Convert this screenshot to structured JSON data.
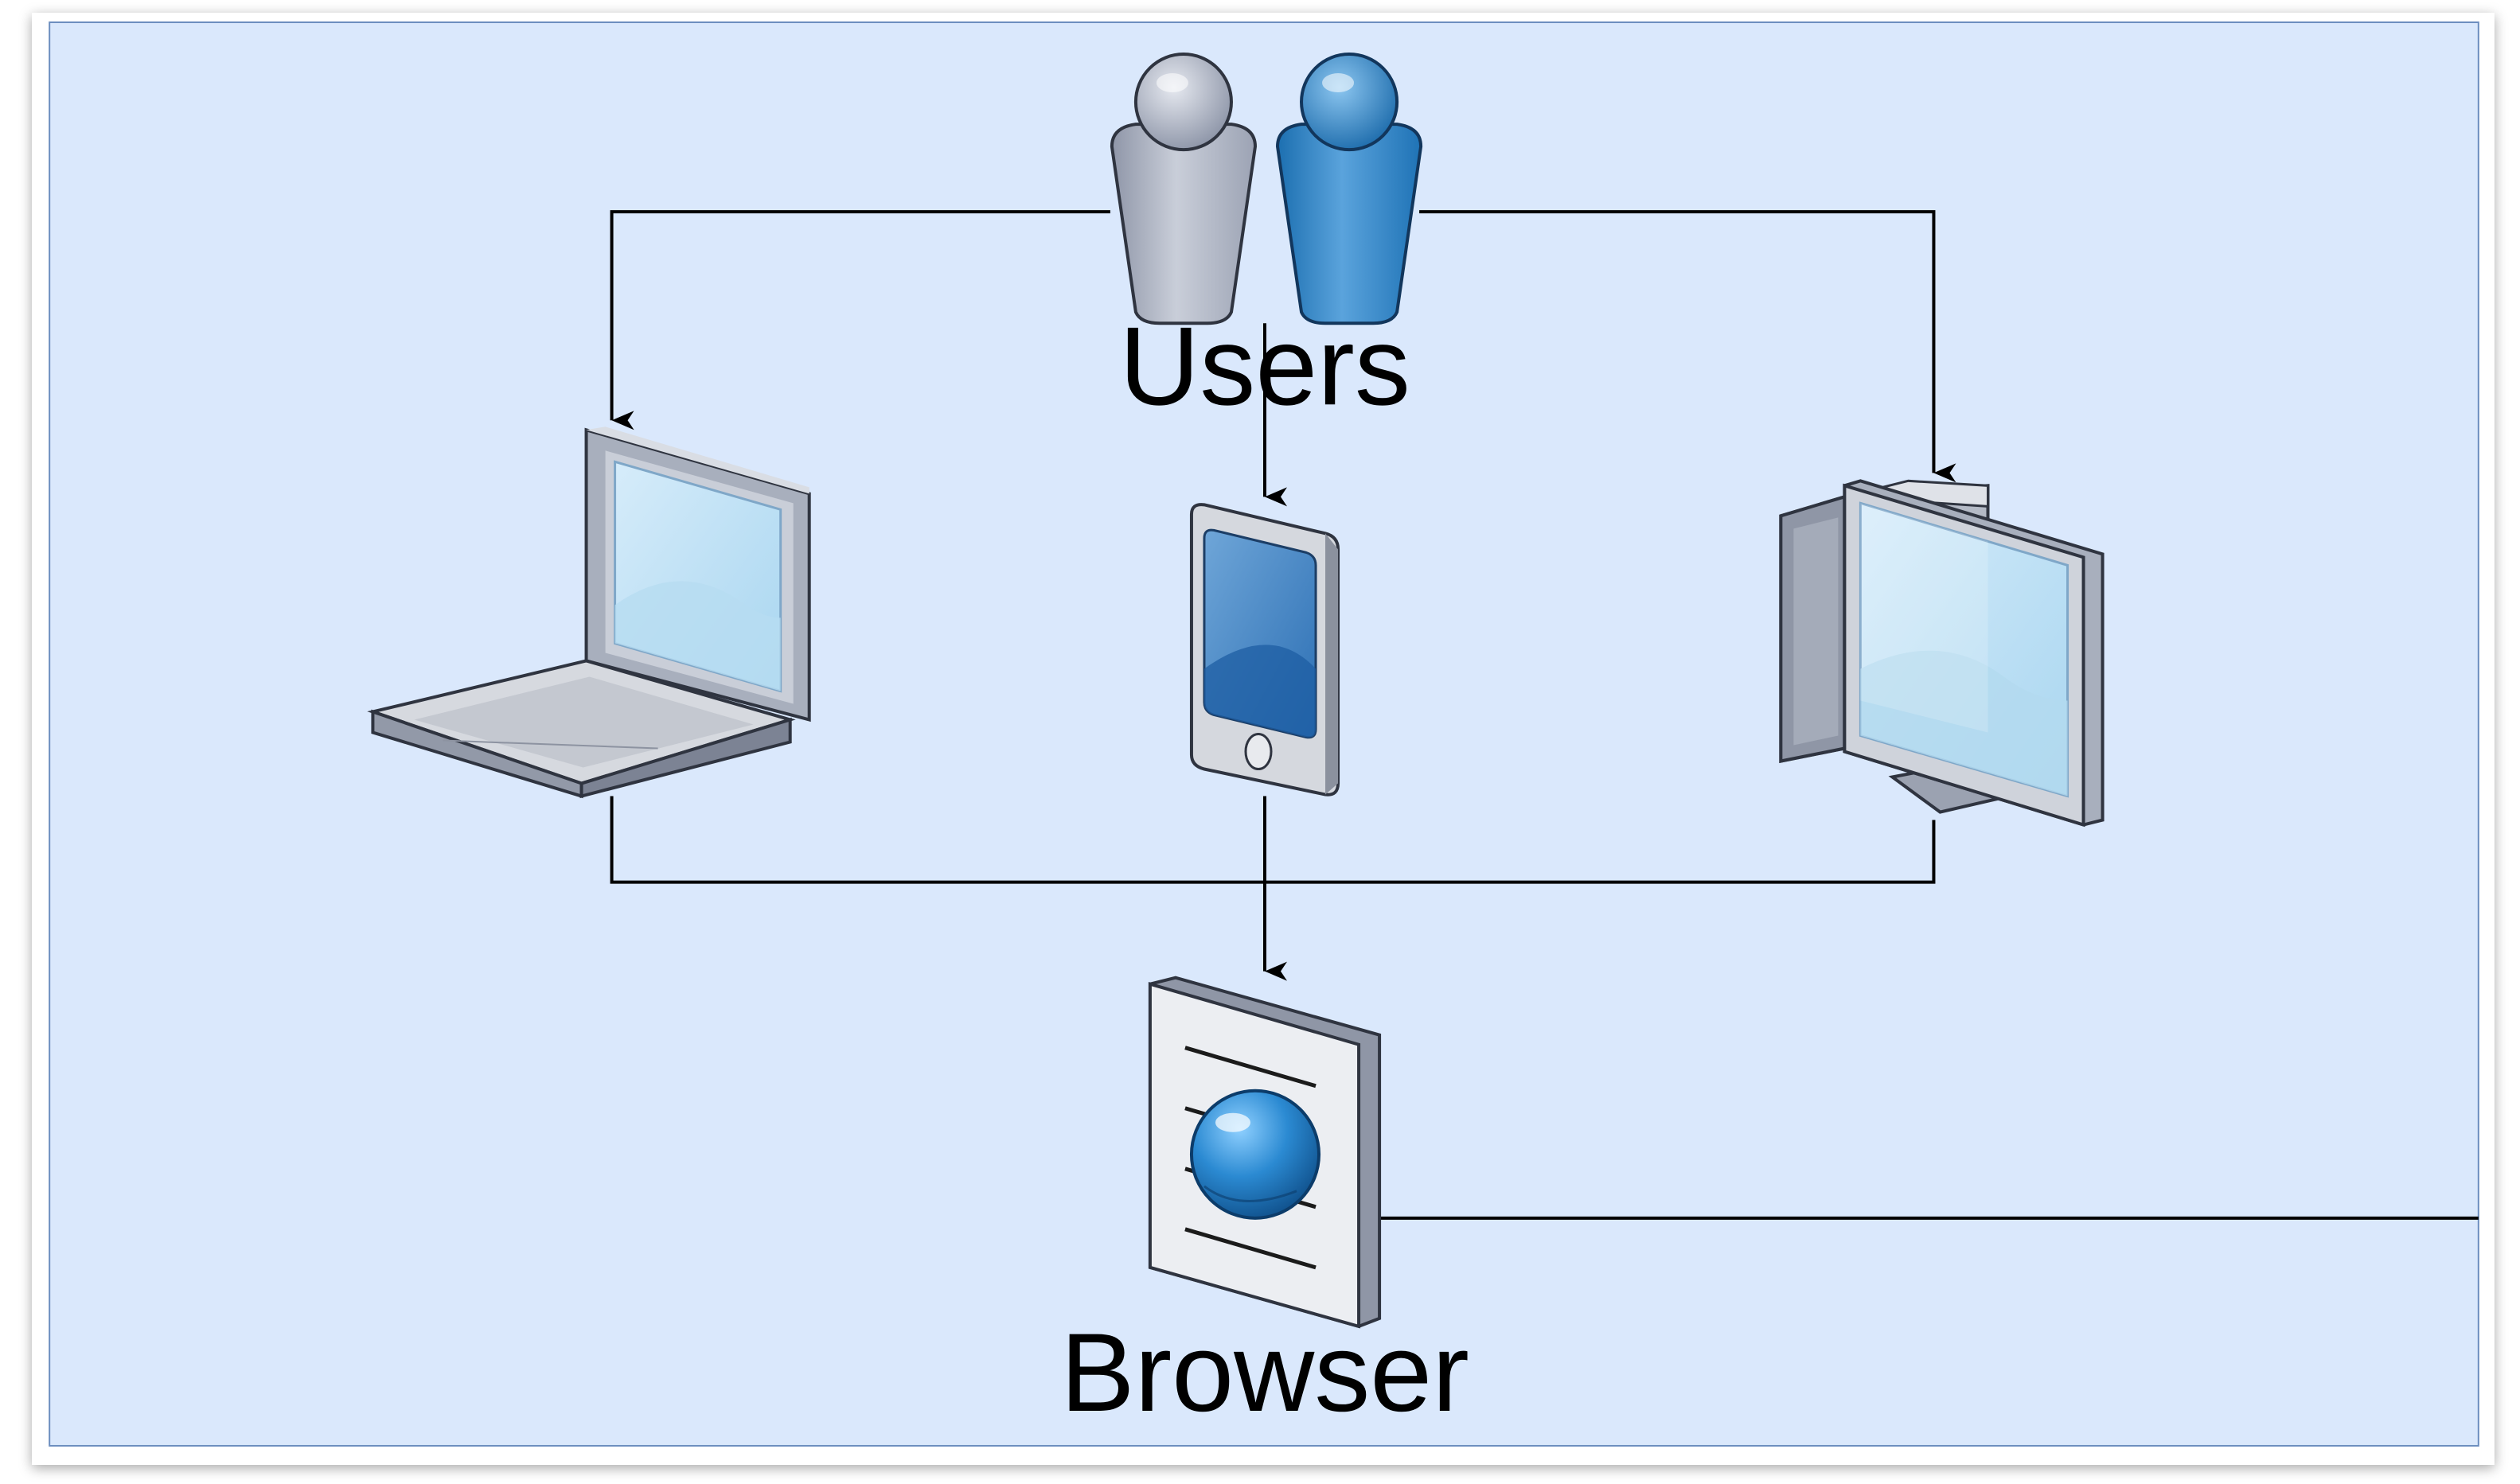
{
  "diagram": {
    "nodes": {
      "users": {
        "label": "Users",
        "icon": "users-icon"
      },
      "laptop": {
        "label": "",
        "icon": "laptop-icon"
      },
      "mobile": {
        "label": "",
        "icon": "mobile-phone-icon"
      },
      "desktop": {
        "label": "",
        "icon": "desktop-computer-icon"
      },
      "browser": {
        "label": "Browser",
        "icon": "browser-globe-icon"
      }
    },
    "edges": [
      {
        "from": "users",
        "to": "laptop"
      },
      {
        "from": "users",
        "to": "mobile"
      },
      {
        "from": "users",
        "to": "desktop"
      },
      {
        "from": "laptop",
        "to": "browser"
      },
      {
        "from": "mobile",
        "to": "browser"
      },
      {
        "from": "desktop",
        "to": "browser"
      },
      {
        "from": "browser",
        "to": "offscreen-right"
      }
    ],
    "colors": {
      "canvas_bg": "#dae8fc",
      "canvas_border": "#6c8ebf",
      "line": "#000000",
      "accent_blue": "#2a7fc4",
      "device_gray": "#c8ccd4"
    }
  }
}
